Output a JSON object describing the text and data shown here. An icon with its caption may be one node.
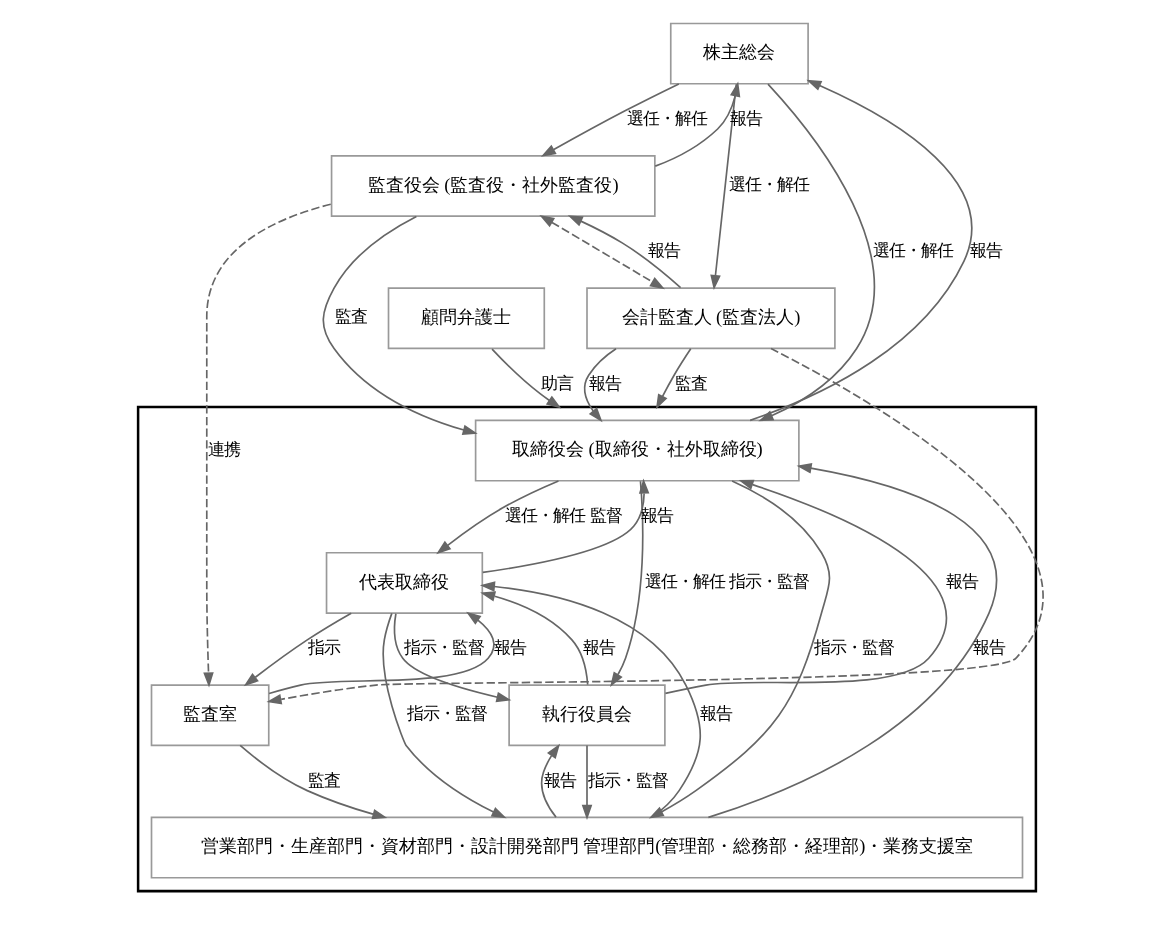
{
  "diagram": {
    "nodes": [
      {
        "text": [
          "株主総会"
        ]
      },
      {
        "text": [],
        "shape": "box"
      },
      {
        "text": [
          "取締役会 (取締役・社外取締役)"
        ],
        "in": 1
      },
      {
        "text": [
          "監査役会 (監査役・社外監査役)"
        ]
      },
      {
        "text": [
          "代表取締役"
        ],
        "in": 1
      },
      {
        "text": [
          "監査室"
        ],
        "in": 1
      },
      {
        "text": [
          "執行役員会"
        ],
        "in": 1
      },
      {
        "text": [
          "会計監査人 (監査法人)"
        ]
      },
      {
        "text": [
          "営業部門・生産部門・資材部門・設計開発部門 管理部門(管理部・総務部・経理部)・業務支援室"
        ],
        "in": 1
      },
      {
        "text": [
          "顧問弁護士"
        ]
      }
    ],
    "edges": [
      {
        "from": 0,
        "to": 2,
        "arrow": "to",
        "label": "選任・解任"
      },
      {
        "from": 2,
        "to": 0,
        "arrow": "to",
        "label": "報告"
      },
      {
        "from": 0,
        "to": 3,
        "arrow": "to",
        "label": "選任・解任"
      },
      {
        "from": 3,
        "to": 0,
        "arrow": "to",
        "label": "報告"
      },
      {
        "from": 0,
        "to": 7,
        "arrow": "to",
        "label": "選任・解任"
      },
      {
        "from": 3,
        "to": 2,
        "arrow": "to",
        "label": "監査"
      },
      {
        "from": 2,
        "to": 8,
        "arrow": "to",
        "label": "指示・監督"
      },
      {
        "from": 8,
        "to": 2,
        "arrow": "to",
        "label": "報告"
      },
      {
        "from": 2,
        "to": 6,
        "arrow": "to",
        "label": "選任・解任 指示・監督"
      },
      {
        "from": 6,
        "to": 2,
        "arrow": "to",
        "label": "報告"
      },
      {
        "from": 2,
        "to": 4,
        "arrow": "to",
        "label": "選任・解任 監督"
      },
      {
        "from": 4,
        "to": 2,
        "arrow": "to",
        "label": "報告"
      },
      {
        "from": 7,
        "to": 2,
        "arrow": "to",
        "label": "報告"
      },
      {
        "from": 7,
        "to": 3,
        "arrow": "to",
        "label": "報告"
      },
      {
        "from": 5,
        "to": 4,
        "arrow": "to",
        "label": "報告"
      },
      {
        "from": 4,
        "to": 5,
        "arrow": "to",
        "label": "指示"
      },
      {
        "from": 3,
        "to": 5,
        "arrow": "to",
        "label": "連携",
        "style": "dashed"
      },
      {
        "from": 3,
        "to": 7,
        "arrow": "both",
        "style": "dashed"
      },
      {
        "from": 7,
        "to": 5,
        "arrow": "to",
        "style": "dashed"
      },
      {
        "from": 4,
        "to": 6,
        "arrow": "to",
        "label": "指示・監督"
      },
      {
        "from": 6,
        "to": 4,
        "arrow": "to",
        "label": "報告"
      },
      {
        "from": 6,
        "to": 8,
        "arrow": "to",
        "label": "指示・監督"
      },
      {
        "from": 8,
        "to": 6,
        "arrow": "to",
        "label": "報告"
      },
      {
        "from": 4,
        "to": 8,
        "arrow": "to",
        "label": "指示・監督"
      },
      {
        "from": 8,
        "to": 4,
        "arrow": "to",
        "label": "報告"
      },
      {
        "from": 5,
        "to": 8,
        "arrow": "to",
        "label": "監査"
      },
      {
        "from": 7,
        "to": 1,
        "arrow": "to",
        "label": "監査"
      },
      {
        "from": 9,
        "to": 1,
        "arrow": "to",
        "label": "助言"
      }
    ]
  }
}
